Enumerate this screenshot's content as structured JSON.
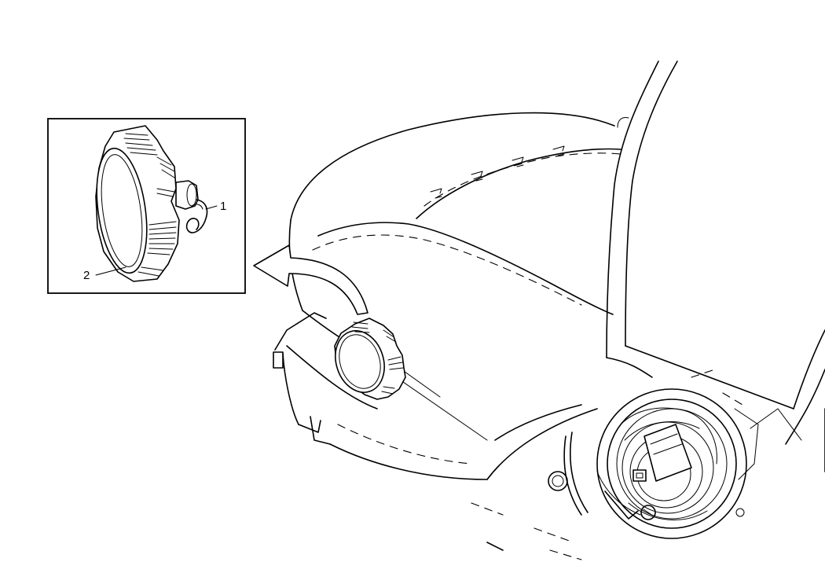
{
  "figure": {
    "callouts": [
      {
        "number": "1",
        "target": "retaining clip"
      },
      {
        "number": "2",
        "target": "knob"
      }
    ],
    "icons": [
      "seat-illustration",
      "detail-inset",
      "removal-arrow-icon",
      "knob-in-place",
      "recliner-mechanism"
    ],
    "colors": {
      "line": "#000000",
      "background": "#ffffff"
    }
  }
}
